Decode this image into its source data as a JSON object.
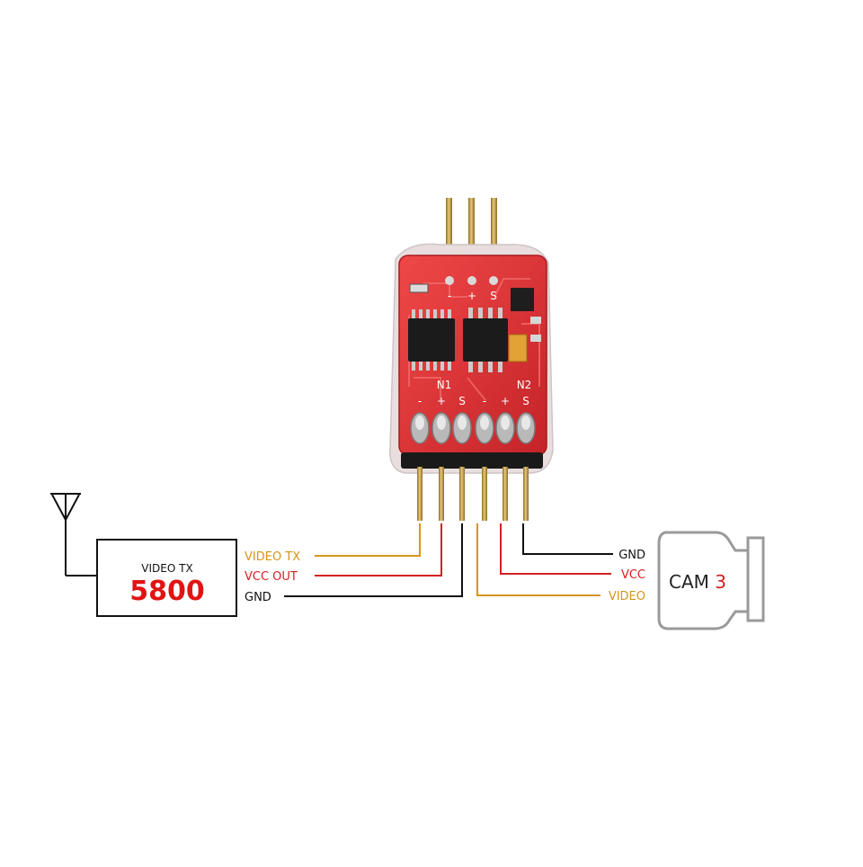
{
  "colors": {
    "video": "#d4961a",
    "vcc": "#d42020",
    "gnd": "#111111",
    "pcb": "#e23636",
    "pcb_dark": "#b81f24",
    "pin": "#c9a14a",
    "segment": "#e11414",
    "camera_outline": "#9a9a9a"
  },
  "board": {
    "silk_top": [
      "-",
      "+",
      "S"
    ],
    "n1_label": "N1",
    "n2_label": "N2",
    "n1_pins": [
      "-",
      "+",
      "S"
    ],
    "n2_pins": [
      "-",
      "+",
      "S"
    ]
  },
  "transmitter": {
    "title": "VIDEO TX",
    "display": "5800",
    "icon": "antenna-icon"
  },
  "tx_wires": [
    {
      "label": "VIDEO TX",
      "kind": "video"
    },
    {
      "label": "VCC OUT",
      "kind": "vcc"
    },
    {
      "label": "GND",
      "kind": "gnd"
    }
  ],
  "cam_wires": [
    {
      "label": "GND",
      "kind": "gnd"
    },
    {
      "label": "VCC",
      "kind": "vcc"
    },
    {
      "label": "VIDEO",
      "kind": "video"
    }
  ],
  "camera": {
    "label": "CAM",
    "number": "3",
    "icon": "camera-icon"
  }
}
